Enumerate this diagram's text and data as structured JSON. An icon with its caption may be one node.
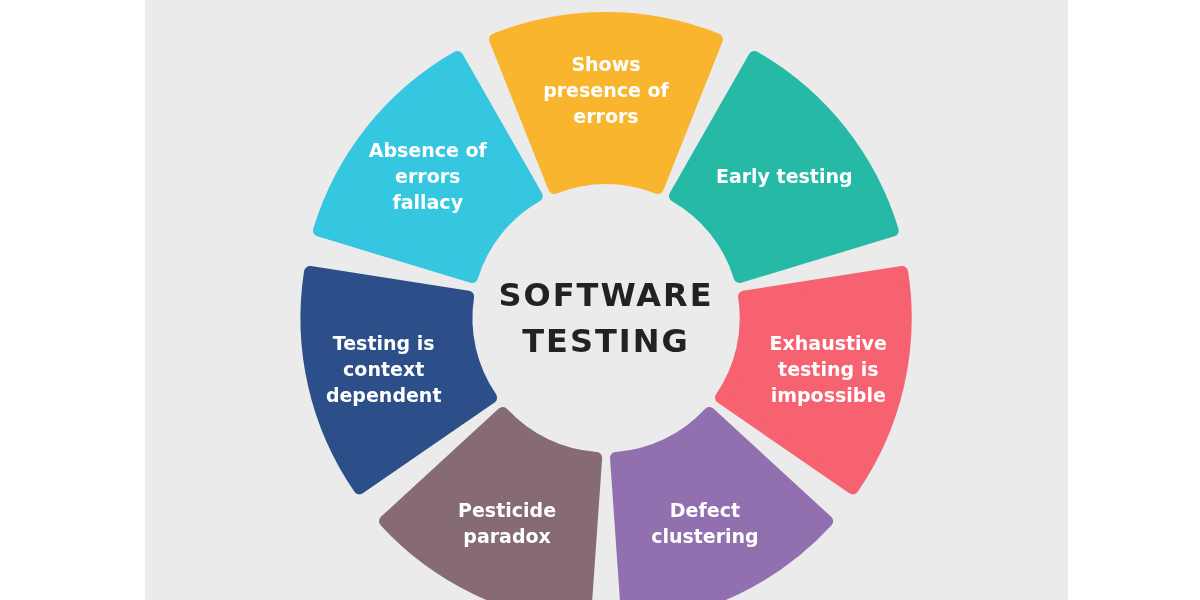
{
  "diagram": {
    "title": "SOFTWARE TESTING",
    "nodes": [
      {
        "text": [
          "Shows presence of errors"
        ]
      },
      {
        "text": [
          "Early testing"
        ]
      },
      {
        "text": [
          "Exhaustive testing is impossible"
        ]
      },
      {
        "text": [
          "Defect clustering"
        ]
      },
      {
        "text": [
          "Pesticide paradox"
        ]
      },
      {
        "text": [
          "Testing is context dependent"
        ]
      },
      {
        "text": [
          "Absence of errors fallacy"
        ]
      }
    ]
  }
}
